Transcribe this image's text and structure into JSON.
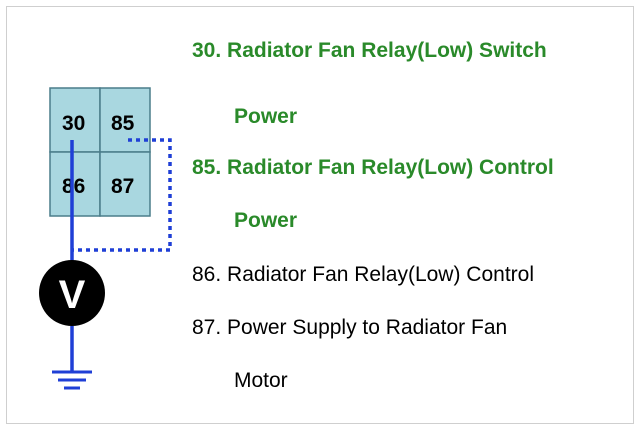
{
  "colors": {
    "relay_fill": "#a9d7e0",
    "relay_border": "#4a7d8a",
    "wire_blue": "#1f3fd6",
    "highlight_green": "#2a8a2a",
    "text_black": "#000000",
    "meter_fill": "#000000",
    "meter_text": "#ffffff"
  },
  "relay": {
    "pins": {
      "top_left": "30",
      "top_right": "85",
      "bottom_left": "86",
      "bottom_right": "87"
    }
  },
  "meter": {
    "label": "V"
  },
  "legend": {
    "lines": [
      {
        "text": "30. Radiator Fan Relay(Low) Switch",
        "color": "green"
      },
      {
        "text": "Power",
        "color": "green"
      },
      {
        "text": "85. Radiator Fan Relay(Low) Control",
        "color": "green"
      },
      {
        "text": "Power",
        "color": "green"
      },
      {
        "text": "86. Radiator Fan Relay(Low) Control",
        "color": "black"
      },
      {
        "text": "87. Power Supply to Radiator Fan",
        "color": "black"
      },
      {
        "text": "Motor",
        "color": "black"
      }
    ]
  }
}
